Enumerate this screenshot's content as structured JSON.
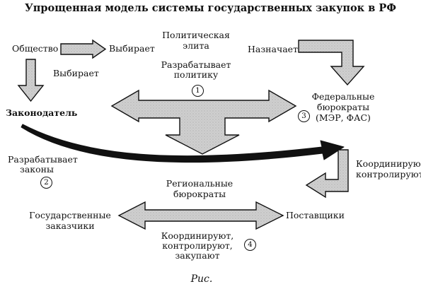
{
  "title": "Упрощенная модель системы государственных закупок в РФ",
  "nodes": {
    "society": "Общество",
    "elite": [
      "Политическая",
      "элита"
    ],
    "legislator": "Законодатель",
    "federal": [
      "Федеральные",
      "бюрократы",
      "(МЭР, ФАС)"
    ],
    "regional": [
      "Региональные",
      "бюрократы"
    ],
    "customers": [
      "Государственные",
      "заказчики"
    ],
    "suppliers": "Поставщики"
  },
  "labels": {
    "chooses_right": "Выбирает",
    "chooses_down": "Выбирает",
    "appoints": "Назначает",
    "policy": [
      "Разрабатывает",
      "политику"
    ],
    "laws": [
      "Разрабатывает",
      "законы"
    ],
    "coordinate_control": [
      "Координируют,",
      "контролируют"
    ],
    "coordinate_buy": [
      "Координируют,",
      "контролируют,",
      "закупают"
    ]
  },
  "markers": [
    "1",
    "2",
    "3",
    "4"
  ],
  "caption": "Рис.",
  "colors": {
    "arrow_fill": "#c8c8c8",
    "stroke": "#111111",
    "text": "#111111"
  }
}
